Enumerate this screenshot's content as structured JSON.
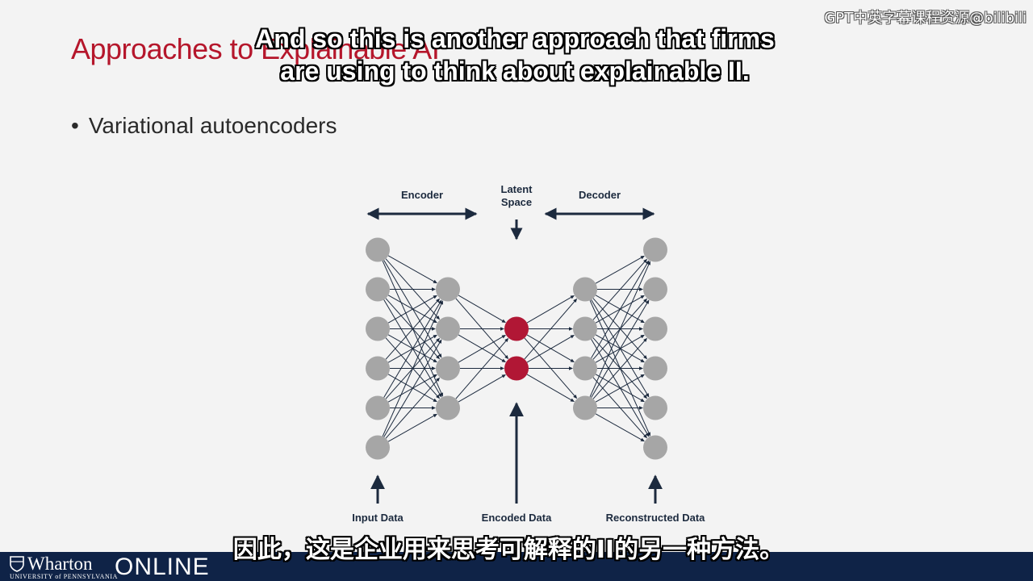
{
  "slide": {
    "title": "Approaches to Explainable AI",
    "bullet": "Variational autoencoders"
  },
  "diagram": {
    "labels": {
      "encoder": "Encoder",
      "latent_line1": "Latent",
      "latent_line2": "Space",
      "decoder": "Decoder",
      "input_data": "Input Data",
      "encoded_data": "Encoded Data",
      "reconstructed_data": "Reconstructed Data"
    },
    "layers": [
      6,
      4,
      2,
      4,
      6
    ],
    "colors": {
      "node": "#a6a6a6",
      "latent_node": "#b11735",
      "edge": "#1c2a3e"
    }
  },
  "subtitles": {
    "en_line1": "And so this is another approach that firms",
    "en_line2": "are using to think about explainable II.",
    "zh": "因此，这是企业用来思考可解释的II的另一种方法。"
  },
  "watermark": "GPT中英字幕课程资源@bilibili",
  "footer": {
    "logo_wharton": "Wharton",
    "logo_university": "UNIVERSITY of PENNSYLVANIA",
    "logo_online": "ONLINE",
    "colors": {
      "bar": "#0f2347",
      "text": "#ffffff"
    }
  }
}
